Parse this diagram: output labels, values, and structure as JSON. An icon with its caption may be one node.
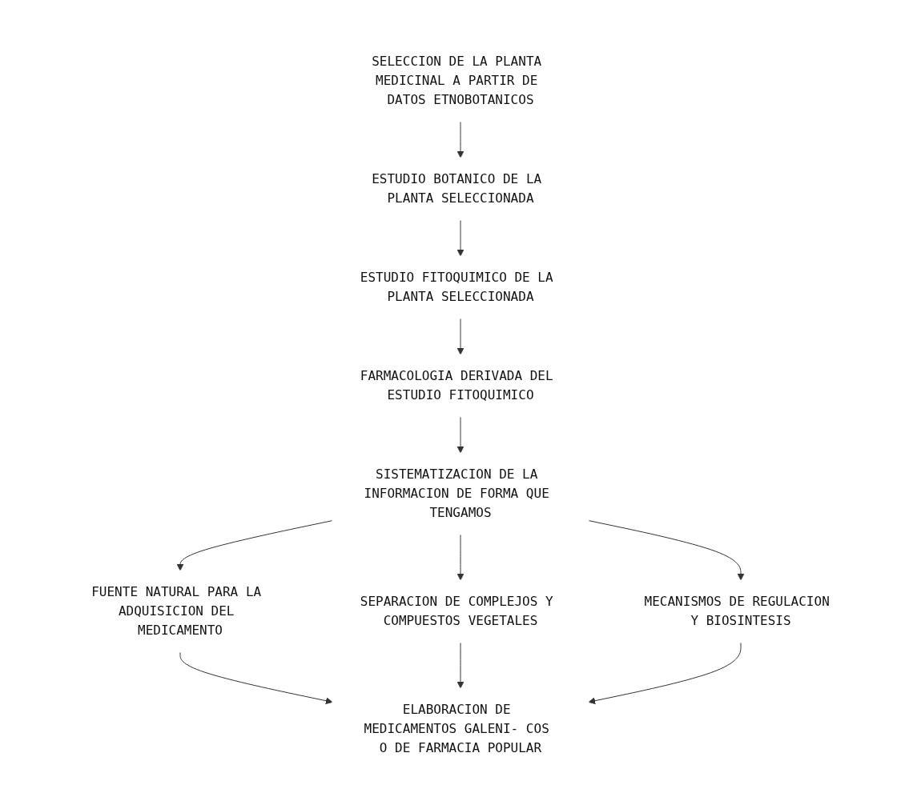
{
  "diagram": {
    "nodes": [
      {
        "text": [
          "SELECCION DE LA PLANTA MEDICINAL A PARTIR DE DATOS ETNOBOTANICOS"
        ]
      },
      {
        "text": [
          "ESTUDIO BOTANICO DE LA PLANTA SELECCIONADA"
        ]
      },
      {
        "text": [
          "ESTUDIO FITOQUIMICO DE LA PLANTA SELECCIONADA"
        ]
      },
      {
        "text": [
          "FARMACOLOGIA DERIVADA DEL ESTUDIO FITOQUIMICO"
        ]
      },
      {
        "text": [
          "SISTEMATIZACION DE LA INFORMACION DE FORMA QUE TENGAMOS"
        ]
      },
      {
        "text": [
          "FUENTE NATURAL PARA LA ADQUISICION DEL MEDICAMENTO"
        ]
      },
      {
        "text": [
          "SEPARACION DE COMPLEJOS Y COMPUESTOS VEGETALES"
        ]
      },
      {
        "text": [
          "MECANISMOS DE REGULACION Y BIOSINTESIS"
        ]
      },
      {
        "text": [
          "ELABORACION DE MEDICAMENTOS GALENI- COS O DE FARMACIA POPULAR"
        ]
      }
    ],
    "edges": [
      {
        "from": 0,
        "to": 1,
        "arrow": "to"
      },
      {
        "from": 1,
        "to": 2,
        "arrow": "to"
      },
      {
        "from": 2,
        "to": 3,
        "arrow": "to"
      },
      {
        "from": 3,
        "to": 4,
        "arrow": "to"
      },
      {
        "from": 4,
        "to": 5,
        "arrow": "to"
      },
      {
        "from": 4,
        "to": 6,
        "arrow": "to"
      },
      {
        "from": 4,
        "to": 7,
        "arrow": "to"
      },
      {
        "from": 5,
        "to": 8,
        "arrow": "to"
      },
      {
        "from": 6,
        "to": 8,
        "arrow": "to"
      },
      {
        "from": 7,
        "to": 8,
        "arrow": "to"
      }
    ]
  }
}
